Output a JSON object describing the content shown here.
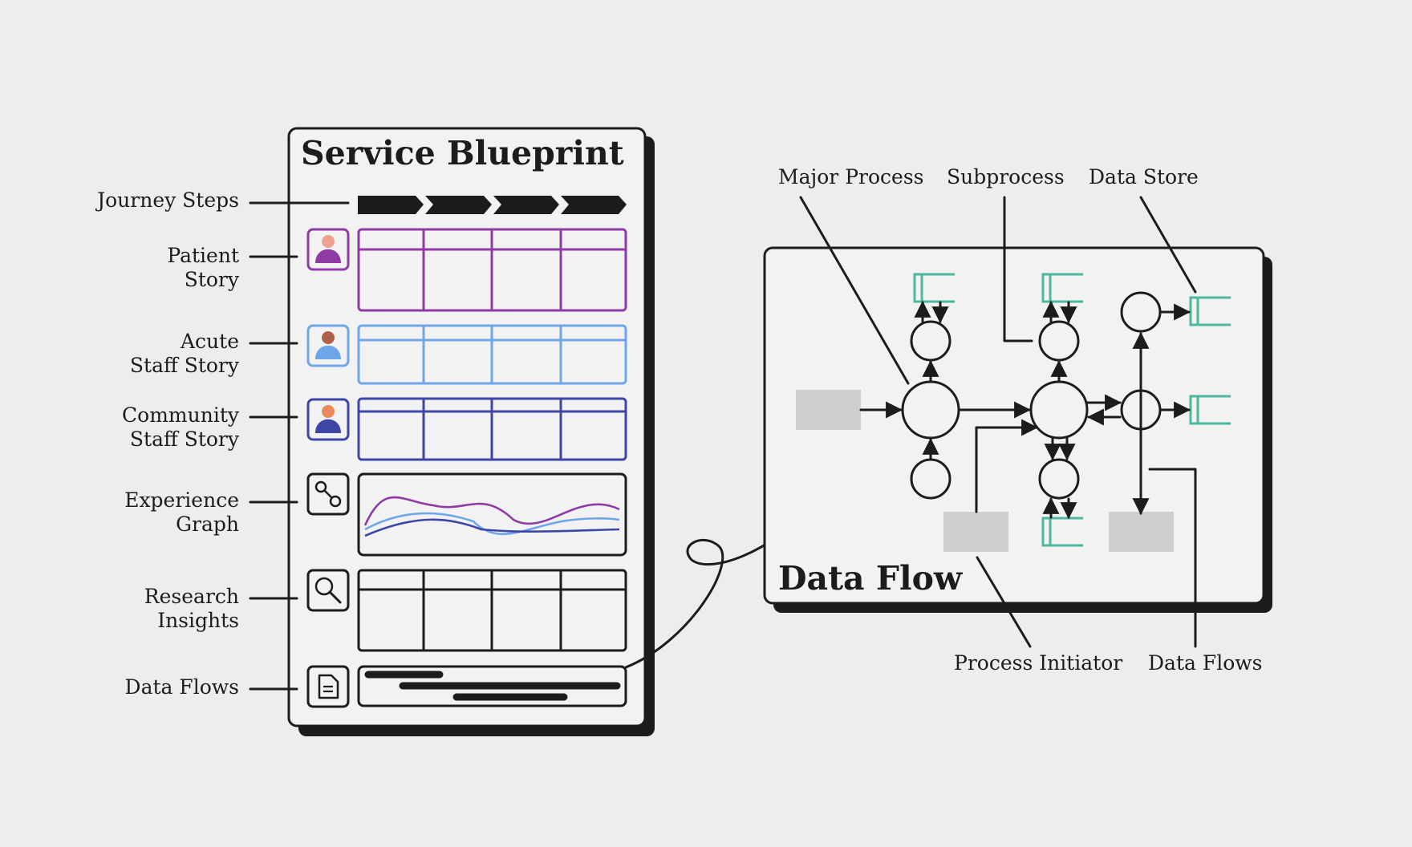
{
  "blueprint": {
    "title": "Service Blueprint",
    "rows": [
      {
        "label": [
          "Journey Steps"
        ]
      },
      {
        "label": [
          "Patient",
          "Story"
        ],
        "color": "#8e3ba6",
        "icon": "person-icon"
      },
      {
        "label": [
          "Acute",
          "Staff Story"
        ],
        "color": "#6ea6e9",
        "icon": "person-icon"
      },
      {
        "label": [
          "Community",
          "Staff Story"
        ],
        "color": "#3d45a6",
        "icon": "person-icon"
      },
      {
        "label": [
          "Experience",
          "Graph"
        ],
        "icon": "graph-node-icon"
      },
      {
        "label": [
          "Research",
          "Insights"
        ],
        "icon": "search-icon"
      },
      {
        "label": [
          "Data Flows"
        ],
        "icon": "document-icon"
      }
    ]
  },
  "dataflow": {
    "title": "Data Flow",
    "top_labels": [
      "Major Process",
      "Subprocess",
      "Data Store"
    ],
    "bottom_labels": [
      "Process Initiator",
      "Data Flows"
    ]
  },
  "colors": {
    "ink": "#1c1c1c",
    "background": "#ededed",
    "store": "#4db8a0",
    "initiator": "#cfcfcf"
  }
}
